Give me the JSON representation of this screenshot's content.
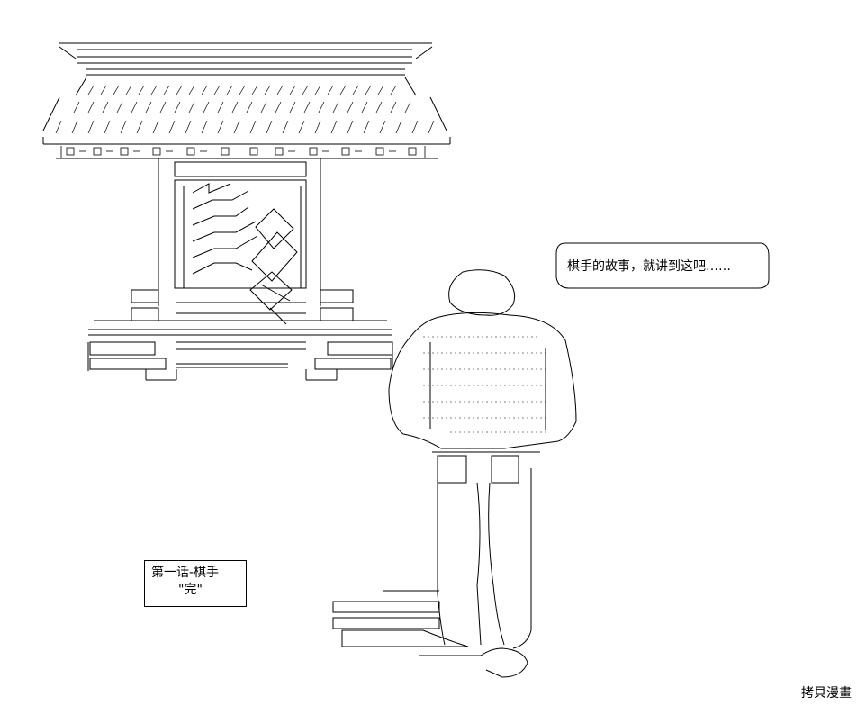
{
  "speech_bubble": {
    "text": "棋手的故事，就讲到这吧……"
  },
  "caption": {
    "line1": "第一话-棋手",
    "line2": "\"完\""
  },
  "watermark": {
    "text": "拷貝漫畫"
  }
}
